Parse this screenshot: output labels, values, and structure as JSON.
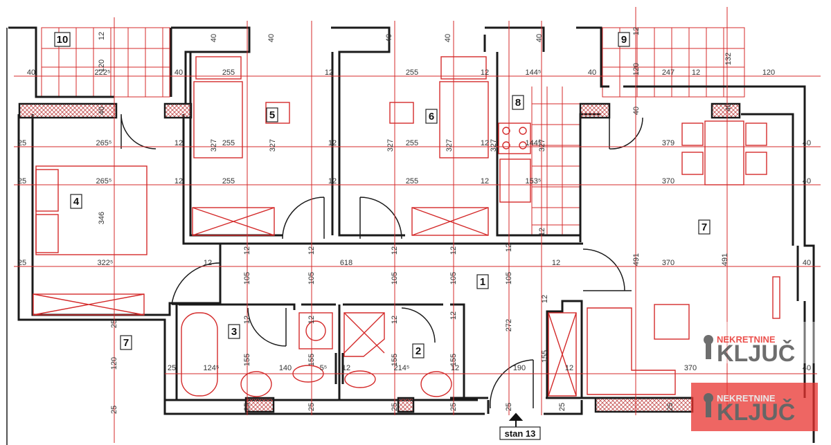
{
  "plan": {
    "rooms": [
      {
        "id": "room-10",
        "label": "10"
      },
      {
        "id": "room-9",
        "label": "9"
      },
      {
        "id": "room-5",
        "label": "5"
      },
      {
        "id": "room-6",
        "label": "6"
      },
      {
        "id": "room-8",
        "label": "8"
      },
      {
        "id": "room-4",
        "label": "4"
      },
      {
        "id": "room-7",
        "label": "7"
      },
      {
        "id": "room-1",
        "label": "1"
      },
      {
        "id": "room-3",
        "label": "3"
      },
      {
        "id": "room-2",
        "label": "2"
      },
      {
        "id": "room-7-terrace",
        "label": "7"
      }
    ],
    "entrance_label": "stan 13",
    "dimensions": [
      "40",
      "222⁵",
      "40",
      "255",
      "12",
      "255",
      "12",
      "144⁵",
      "40",
      "247",
      "12",
      "120",
      "12",
      "120",
      "40",
      "40",
      "40",
      "40",
      "40",
      "40",
      "12",
      "120",
      "132",
      "40",
      "40",
      "25",
      "265⁵",
      "12",
      "327",
      "255",
      "327",
      "12",
      "327",
      "255",
      "327",
      "12",
      "327",
      "144⁵",
      "327",
      "379",
      "40",
      "25",
      "265⁵",
      "12",
      "255",
      "12",
      "255",
      "12",
      "153⁵",
      "370",
      "40",
      "346",
      "25",
      "322⁵",
      "12",
      "618",
      "12",
      "370",
      "40",
      "12",
      "105",
      "12",
      "105",
      "12",
      "105",
      "12",
      "105",
      "12",
      "105",
      "491",
      "491",
      "12",
      "272",
      "12",
      "155",
      "25",
      "124⁵",
      "140",
      "5⁵",
      "12",
      "214⁵",
      "12",
      "190",
      "12",
      "370",
      "40",
      "12",
      "155",
      "12",
      "155",
      "12",
      "155",
      "155",
      "12",
      "25",
      "120",
      "25",
      "25",
      "25",
      "25",
      "25",
      "25",
      "25",
      "25"
    ]
  },
  "watermark": {
    "brand_top": "NEKRETNINE",
    "brand_main": "KLJUČ",
    "colors": {
      "red": "#e8332f",
      "gray": "#444444"
    }
  },
  "colors": {
    "walls": "#1a1a1a",
    "dimension_lines": "#d42a2a"
  }
}
